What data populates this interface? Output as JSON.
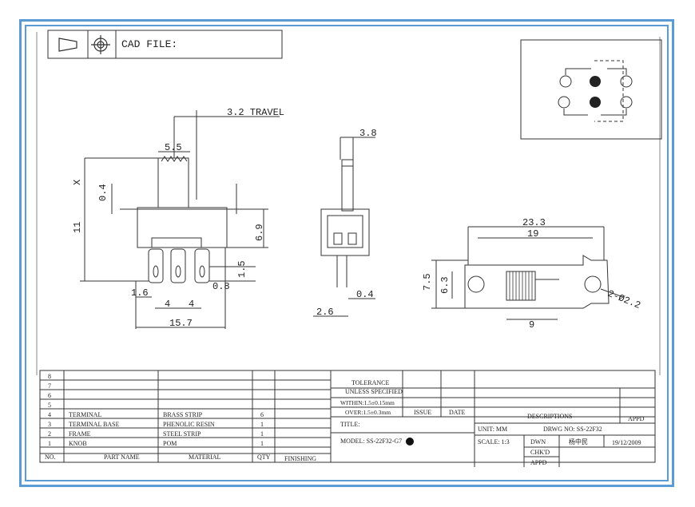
{
  "header": {
    "cad_file_label": "CAD FILE:"
  },
  "drawing": {
    "travel": "3.2 TRAVEL",
    "dims_front": {
      "d55": "5.5",
      "x": "X",
      "d04": "0.4",
      "d11": "11",
      "d69": "6.9",
      "d15": "1.5",
      "d08": "0.8",
      "d16": "1.6",
      "d4a": "4",
      "d4b": "4",
      "d157": "15.7"
    },
    "dims_side": {
      "d38": "3.8",
      "d04": "0.4",
      "d26": "2.6"
    },
    "dims_top": {
      "d233": "23.3",
      "d19": "19",
      "d75": "7.5",
      "d63": "6.3",
      "d9": "9",
      "hole": "2-Ø2.2"
    }
  },
  "title_block": {
    "rows": [
      {
        "no": "8",
        "name": "",
        "material": "",
        "qty": "",
        "finishing": ""
      },
      {
        "no": "7",
        "name": "",
        "material": "",
        "qty": "",
        "finishing": ""
      },
      {
        "no": "6",
        "name": "",
        "material": "",
        "qty": "",
        "finishing": ""
      },
      {
        "no": "5",
        "name": "",
        "material": "",
        "qty": "",
        "finishing": ""
      },
      {
        "no": "4",
        "name": "TERMINAL",
        "material": "BRASS STRIP",
        "qty": "6",
        "finishing": ""
      },
      {
        "no": "3",
        "name": "TERMINAL BASE",
        "material": "PHENOLIC RESIN",
        "qty": "1",
        "finishing": ""
      },
      {
        "no": "2",
        "name": "FRAME",
        "material": "STEEL STRIP",
        "qty": "1",
        "finishing": ""
      },
      {
        "no": "1",
        "name": "KNOB",
        "material": "POM",
        "qty": "1",
        "finishing": ""
      }
    ],
    "headers": {
      "no": "NO.",
      "part_name": "PART NAME",
      "material": "MATERIAL",
      "qty": "QTY",
      "finishing": "FINISHING"
    },
    "tolerance_1": "TOLERANCE",
    "tolerance_2": "UNLESS SPECIFIED",
    "within": "WITHIN:1.5±0.15mm",
    "over": "OVER:1.5±0.3mm",
    "issue": "ISSUE",
    "date": "DATE",
    "descriptions": "DESCRIPTIONS",
    "appd": "APPD",
    "title_label": "TITLE:",
    "unit": "UNIT: MM",
    "drwg_no": "DRWG NO: SS-22F32",
    "model": "MODEL: SS-22F32-G7",
    "scale": "SCALE: 1:3",
    "dwn": "DWN",
    "dwn_name": "杨中民",
    "dwn_date": "19/12/2009",
    "chkd": "CHK'D",
    "appd2": "APPD"
  }
}
